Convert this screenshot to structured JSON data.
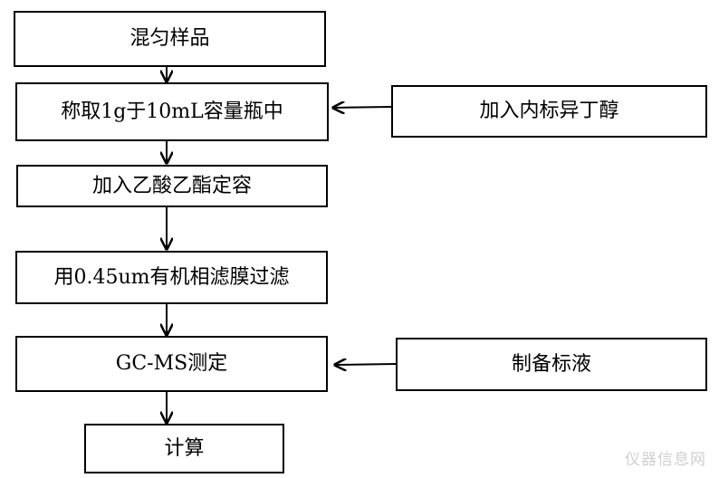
{
  "flow": {
    "steps": [
      "混匀样品",
      "称取1g于10mL容量瓶中",
      "加入乙酸乙酯定容",
      "用0.45um有机相滤膜过滤",
      "GC-MS测定",
      "计算"
    ],
    "side": [
      "加入内标异丁醇",
      "制备标液"
    ]
  },
  "watermark": "仪器信息网"
}
